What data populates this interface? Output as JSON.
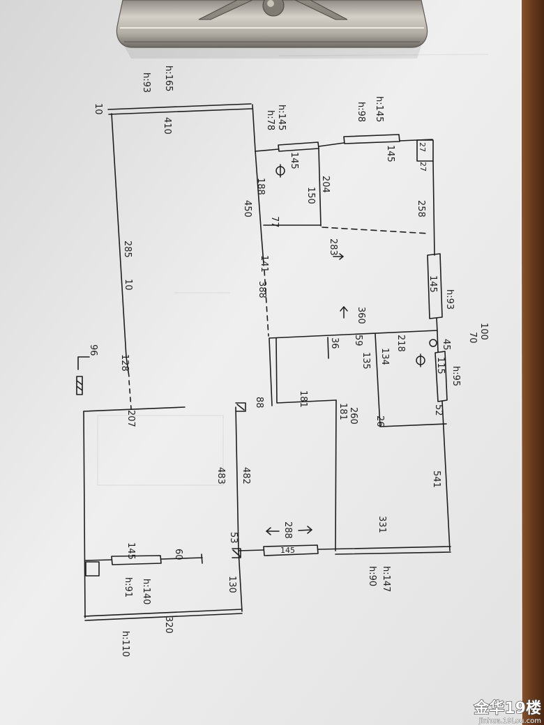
{
  "heights": [
    "h:165",
    "h:93",
    "h:145",
    "h:78",
    "h:145",
    "h:98",
    "h:93",
    "h:95",
    "h:147",
    "h:90",
    "h:140",
    "h:91",
    "h:110"
  ],
  "dimensions": [
    "10",
    "410",
    "145",
    "145",
    "27",
    "27",
    "188",
    "204",
    "150",
    "450",
    "258",
    "77",
    "283",
    "285",
    "10",
    "141",
    "145",
    "388",
    "360",
    "100",
    "70",
    "45",
    "36",
    "59",
    "218",
    "135",
    "134",
    "115",
    "96",
    "128",
    "207",
    "88",
    "181",
    "181",
    "260",
    "52",
    "26",
    "483",
    "482",
    "541",
    "331",
    "288",
    "145",
    "145",
    "60",
    "53",
    "130",
    "320"
  ],
  "watermark": {
    "brand": "金华19楼",
    "url": "jinhua.19Lou.com"
  },
  "colors": {
    "ink": "#1d1d1d",
    "paper": "#e9e9e9",
    "wood": "#6b3d1f",
    "clip": "#b9b4aa"
  }
}
